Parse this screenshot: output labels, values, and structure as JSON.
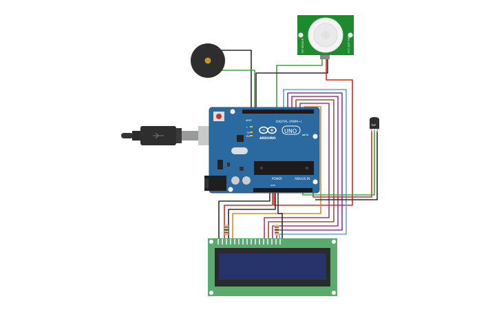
{
  "board": {
    "name_uno": "UNO",
    "name_arduino": "ARDUINO",
    "digital_label": "DIGITAL (PWM~)",
    "power_label": "POWER",
    "analog_label": "ANALOG IN",
    "tx_label": "TX",
    "rx_label": "RX",
    "l_label": "L",
    "on_label": "ON",
    "aref_label": "AREF",
    "gnd_label": "GND"
  },
  "pir": {
    "left_text": "PIR SENSOR",
    "right_text": "VCC OUT GND"
  },
  "temp_sensor": {
    "label": "TMP"
  },
  "colors": {
    "board": "#2b6aa1",
    "board_dark": "#1f5584",
    "lcd_green": "#5aab6e",
    "lcd_screen": "#26346b",
    "pir_green": "#1e8a2e",
    "wire_red": "#d9261c",
    "wire_black": "#2a2a2a",
    "wire_green": "#3aa53a",
    "wire_orange": "#e08a1e",
    "wire_purple": "#7a3a9a",
    "wire_blue": "#5aa7d6",
    "wire_brown": "#8a5a2a",
    "wire_magenta": "#b0307a"
  }
}
